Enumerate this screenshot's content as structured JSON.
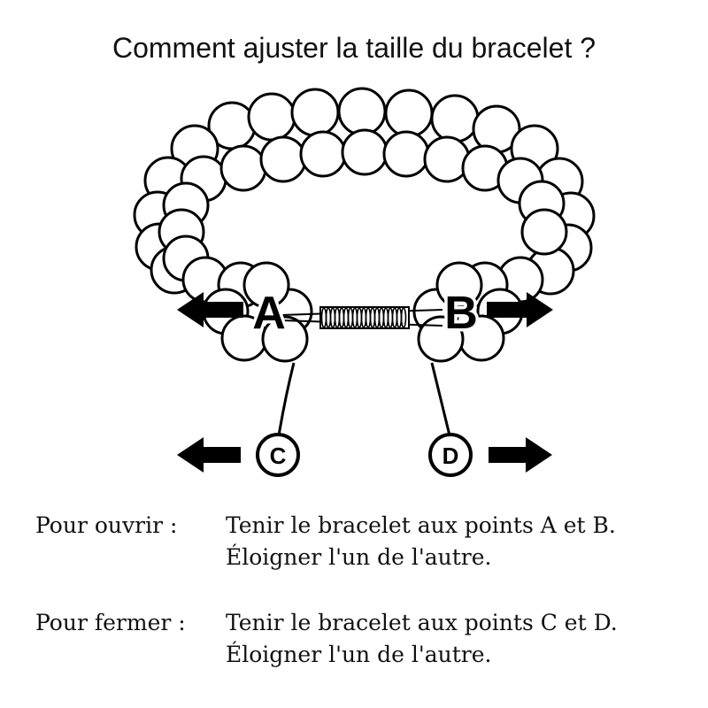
{
  "title": "Comment ajuster la taille du bracelet ?",
  "diagram": {
    "labels": {
      "a": "A",
      "b": "B",
      "c": "C",
      "d": "D"
    }
  },
  "instructions": [
    {
      "label": "Pour ouvrir :",
      "line1": "Tenir le bracelet aux points A et B.",
      "line2": "Éloigner l'un de l'autre."
    },
    {
      "label": "Pour fermer :",
      "line1": "Tenir le bracelet aux points C et D.",
      "line2": "Éloigner l'un de l'autre."
    }
  ]
}
